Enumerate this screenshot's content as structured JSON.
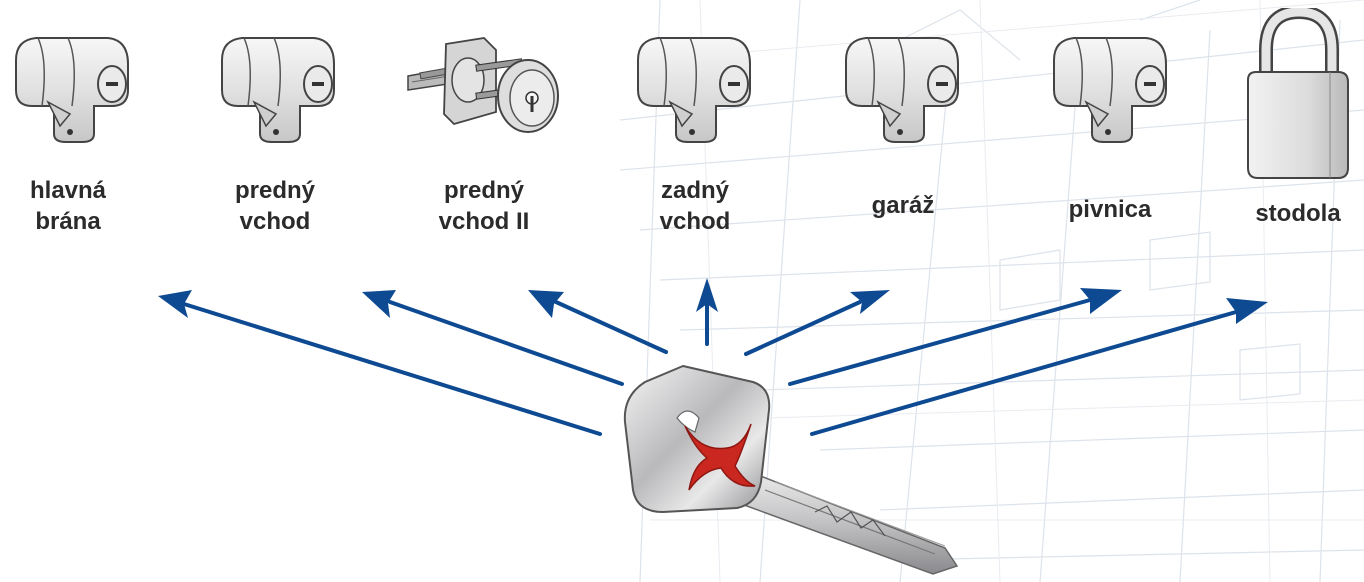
{
  "colors": {
    "arrow": "#0d4a92",
    "label": "#2b2b2b",
    "key_logo": "#c9271f"
  },
  "locks": [
    {
      "icon": "euro-cylinder-icon",
      "label_lines": [
        "hlavná",
        "brána"
      ]
    },
    {
      "icon": "euro-cylinder-icon",
      "label_lines": [
        "predný",
        "vchod"
      ]
    },
    {
      "icon": "rim-cylinder-icon",
      "label_lines": [
        "predný",
        "vchod II"
      ]
    },
    {
      "icon": "euro-cylinder-icon",
      "label_lines": [
        "zadný",
        "vchod"
      ]
    },
    {
      "icon": "euro-cylinder-icon",
      "label_lines": [
        "garáž"
      ]
    },
    {
      "icon": "euro-cylinder-icon",
      "label_lines": [
        "pivnica"
      ]
    },
    {
      "icon": "padlock-icon",
      "label_lines": [
        "stodola"
      ]
    }
  ],
  "key": {
    "icon": "master-key-icon"
  }
}
